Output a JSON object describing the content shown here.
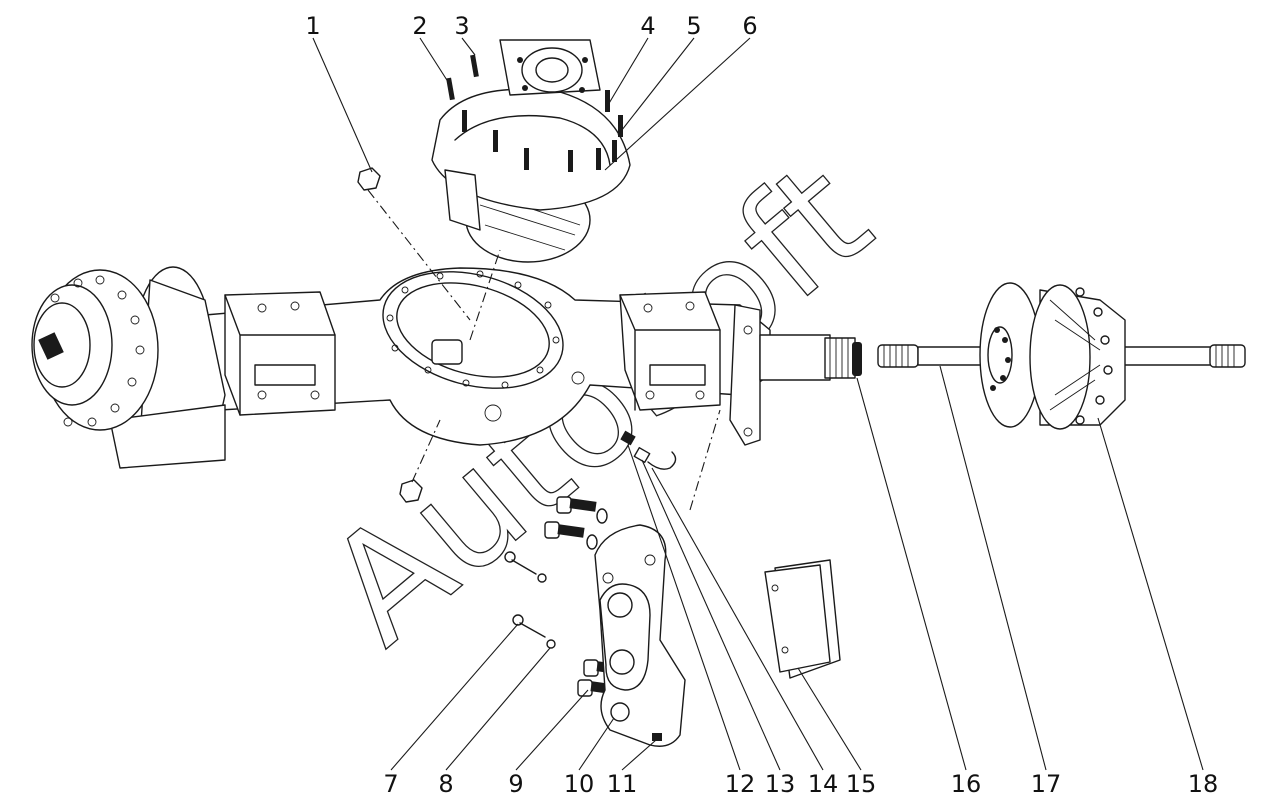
{
  "watermark": "AutoSoft",
  "callouts": [
    "1",
    "2",
    "3",
    "4",
    "5",
    "6",
    "7",
    "8",
    "9",
    "10",
    "11",
    "12",
    "13",
    "14",
    "15",
    "16",
    "17",
    "18"
  ],
  "icons": {
    "hub_left": "wheel-hub-icon",
    "differential": "differential-carrier-icon",
    "axle_housing": "axle-housing-icon",
    "caliper": "brake-caliper-icon",
    "brake_pad": "brake-pad-icon",
    "half_shaft": "half-shaft-icon",
    "hub_right": "hub-flange-icon"
  }
}
